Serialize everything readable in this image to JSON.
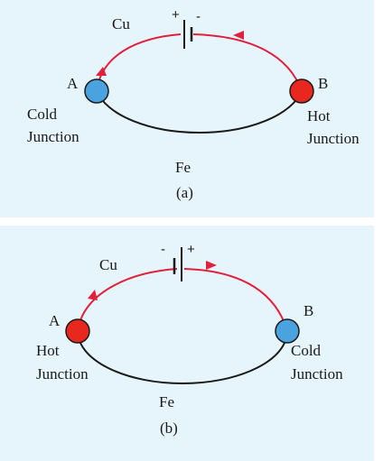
{
  "colors": {
    "panel_bg": "#e6f4fb",
    "copper_wire": "#e0203c",
    "iron_wire": "#1a1a1a",
    "hot": "#e8281e",
    "cold": "#4aa3df"
  },
  "panel_a": {
    "caption": "(a)",
    "cu_label": "Cu",
    "fe_label": "Fe",
    "battery_plus": "+",
    "battery_minus": "-",
    "node_a": "A",
    "node_b": "B",
    "left_junction": [
      "Cold",
      "Junction"
    ],
    "right_junction": [
      "Hot",
      "Junction"
    ]
  },
  "panel_b": {
    "caption": "(b)",
    "cu_label": "Cu",
    "fe_label": "Fe",
    "battery_plus": "+",
    "battery_minus": "-",
    "node_a": "A",
    "node_b": "B",
    "left_junction": [
      "Hot",
      "Junction"
    ],
    "right_junction": [
      "Cold",
      "Junction"
    ]
  }
}
